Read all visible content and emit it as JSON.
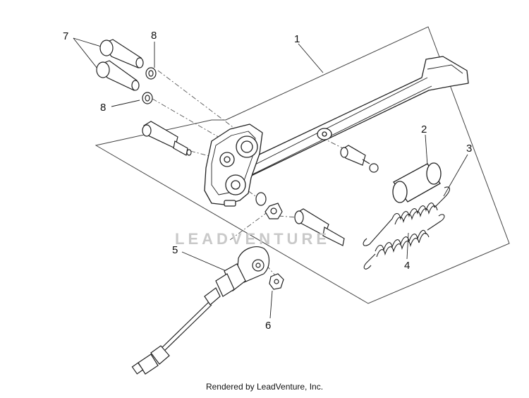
{
  "diagram": {
    "callouts": {
      "c1": "1",
      "c2": "2",
      "c3": "3",
      "c4": "4",
      "c5": "5",
      "c6": "6",
      "c7": "7",
      "c8a": "8",
      "c8b": "8"
    },
    "parts": [
      {
        "ref": "1",
        "name": "side-stand"
      },
      {
        "ref": "2",
        "name": "spacer-bushing"
      },
      {
        "ref": "3",
        "name": "spring"
      },
      {
        "ref": "4",
        "name": "spring"
      },
      {
        "ref": "5",
        "name": "side-stand-switch"
      },
      {
        "ref": "6",
        "name": "nut"
      },
      {
        "ref": "7",
        "name": "bolt"
      },
      {
        "ref": "8",
        "name": "washer"
      }
    ]
  },
  "watermark": "LEADVENTURE",
  "footer": {
    "text": "Rendered by LeadVenture, Inc."
  }
}
